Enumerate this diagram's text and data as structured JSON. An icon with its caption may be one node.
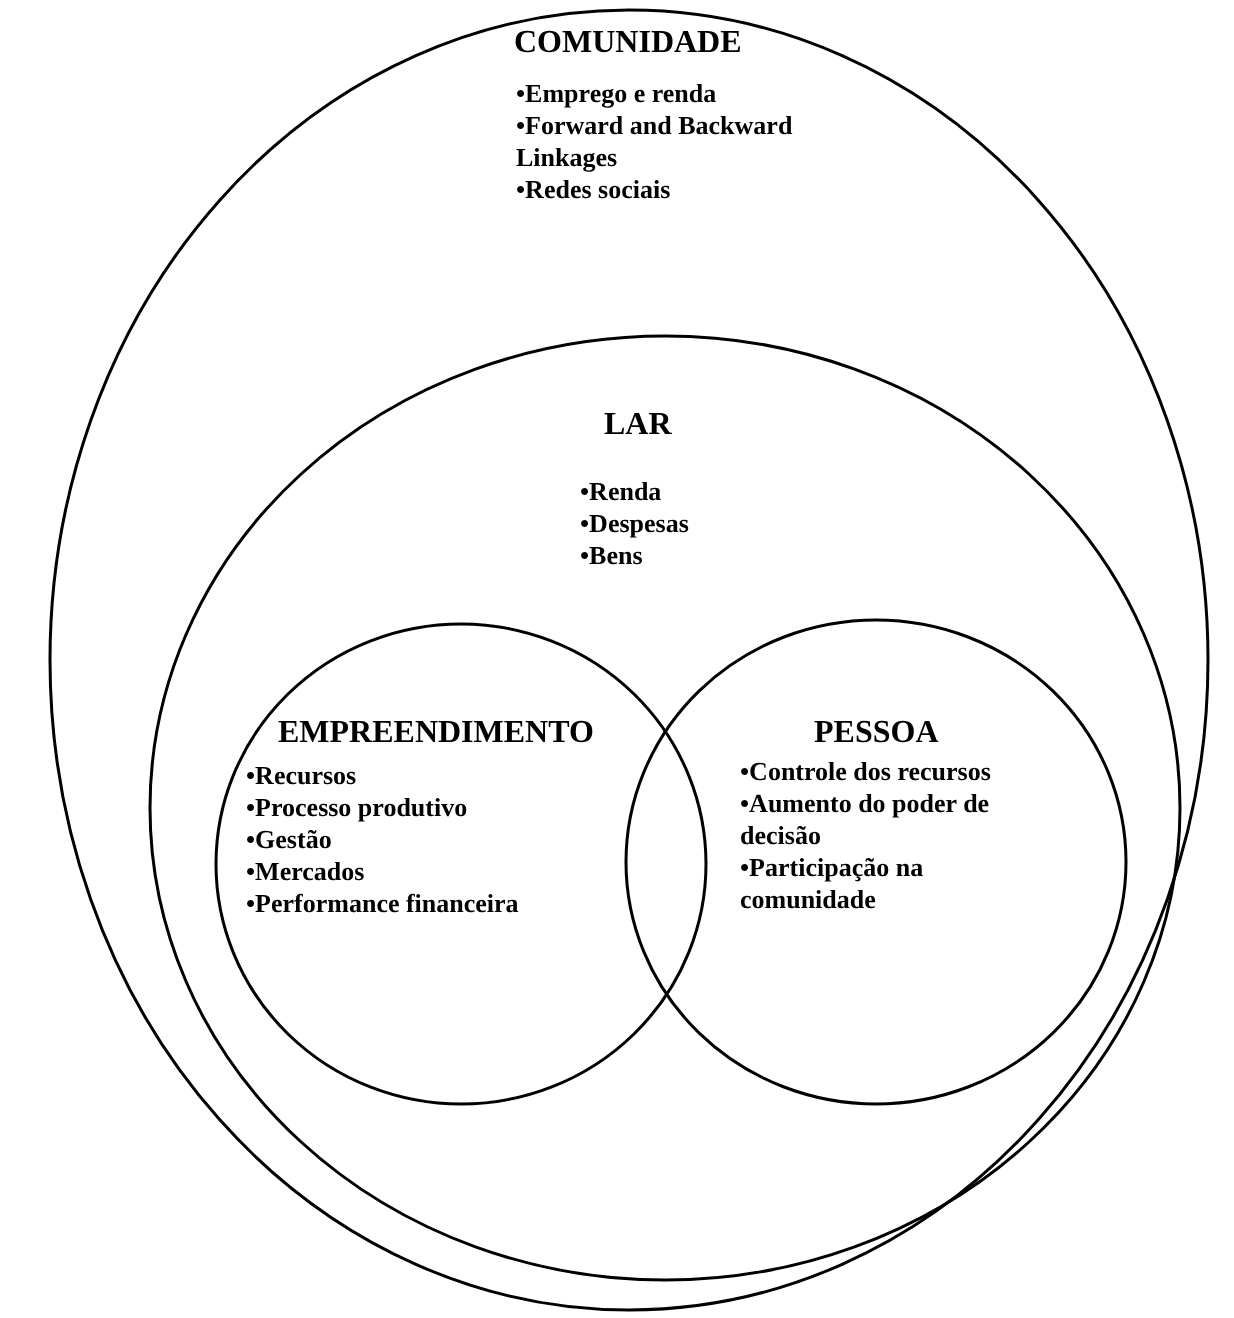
{
  "diagram": {
    "nodes": [
      {
        "text": [
          "COMUNIDADE",
          "•Emprego e renda",
          "•Forward and Backward Linkages",
          "•Redes sociais"
        ]
      },
      {
        "text": [
          "LAR",
          "•Renda",
          "•Despesas",
          "•Bens"
        ],
        "in": 0
      },
      {
        "text": [
          "EMPREENDIMENTO",
          "•Recursos",
          "•Processo produtivo",
          "•Gestão",
          "•Mercados",
          "•Performance financeira"
        ],
        "in": 1
      },
      {
        "text": [
          "PESSOA",
          "•Controle dos recursos",
          "•Aumento do poder de decisão",
          "•Participação na comunidade"
        ],
        "in": 1
      }
    ]
  }
}
